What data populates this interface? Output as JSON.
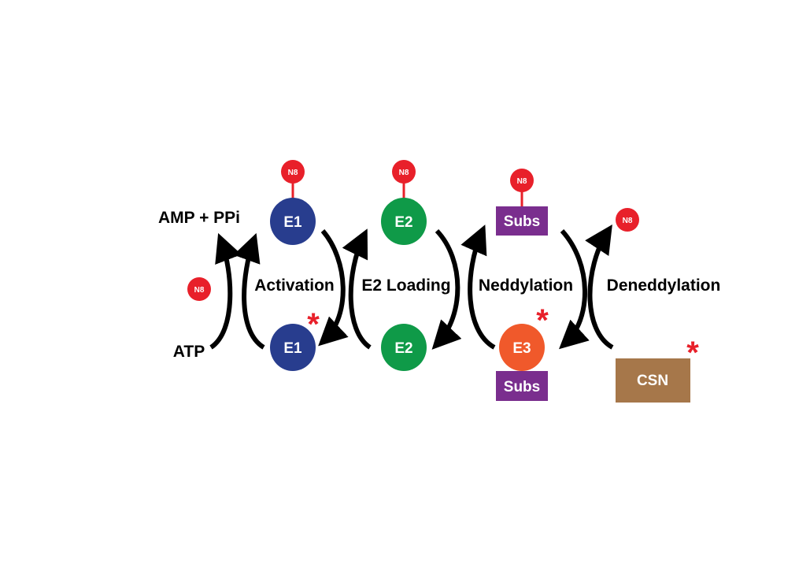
{
  "colors": {
    "e1": "#283d8e",
    "e2": "#0f9a48",
    "e3": "#f0592b",
    "subs": "#7a2e8e",
    "csn": "#a6774a",
    "nedd8": "#e8202a",
    "stem": "#e8202a",
    "arrow": "#000000",
    "star": "#e8202a"
  },
  "nedd8_label": "N8",
  "star_symbol": "*",
  "labels": {
    "amp_ppi": "AMP + PPi",
    "atp": "ATP",
    "activation": "Activation",
    "e2_loading": "E2 Loading",
    "neddylation": "Neddylation",
    "deneddylation": "Deneddylation"
  },
  "nodes": {
    "e1_top": "E1",
    "e1_bottom": "E1",
    "e2_top": "E2",
    "e2_bottom": "E2",
    "subs_top": "Subs",
    "e3": "E3",
    "subs_bottom": "Subs",
    "csn": "CSN"
  }
}
